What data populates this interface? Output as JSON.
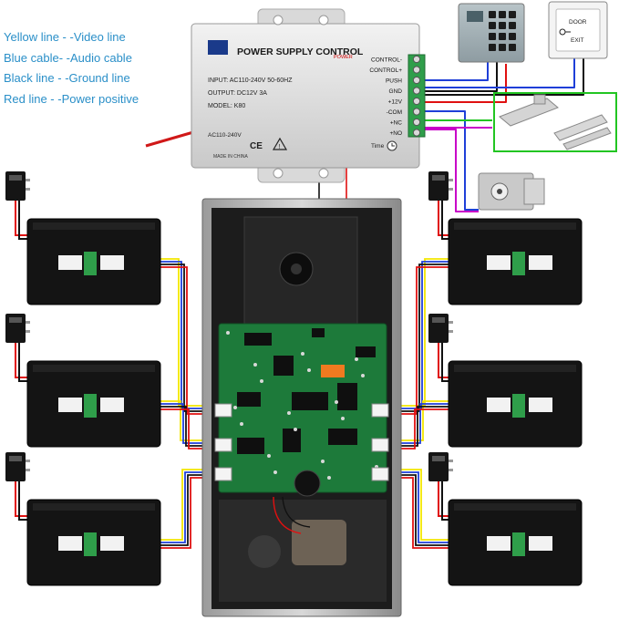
{
  "legend": [
    {
      "text": "Yellow line - -Video  line"
    },
    {
      "text": "Blue cable- -Audio cable"
    },
    {
      "text": "Black line - -Ground line"
    },
    {
      "text": "Red line - -Power positive"
    }
  ],
  "power_supply": {
    "title": "POWER SUPPLY CONTROL",
    "power_led": "POWER",
    "input": "INPUT: AC110-240V  50-60HZ",
    "output": "OUTPUT: DC12V  3A",
    "model": "MODEL: K80",
    "ac_label": "AC110-240V",
    "made_in": "MADE IN CHINA",
    "time_label": "Time"
  },
  "terminals": [
    "CONTROL-",
    "CONTROL+",
    "PUSH",
    "GND",
    "+12V",
    "-COM",
    "+NC",
    "+NO"
  ],
  "exit_button": {
    "line1": "DOOR",
    "line2": "EXIT"
  },
  "colors": {
    "legend_text": "#2a8fc8",
    "video": "#f2e600",
    "audio": "#1f3fd8",
    "ground": "#111111",
    "power": "#e01010",
    "lock_wire": "#c800c8",
    "lock_box": "#22c522",
    "pcb": "#1d7a3a"
  },
  "icons": [
    "power-adapter-icon",
    "warning-icon",
    "clock-icon",
    "door-key-icon",
    "keypad-icon"
  ]
}
